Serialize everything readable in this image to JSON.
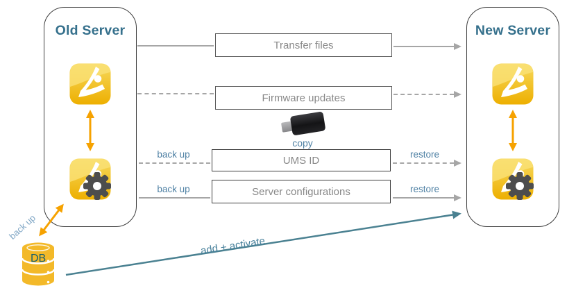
{
  "old_server": {
    "title": "Old Server"
  },
  "new_server": {
    "title": "New Server"
  },
  "steps": [
    {
      "label": "Transfer files",
      "line_style": "solid",
      "left_label": "",
      "right_label": ""
    },
    {
      "label": "Firmware updates",
      "line_style": "dashed",
      "left_label": "",
      "right_label": ""
    },
    {
      "label": "UMS ID",
      "line_style": "dashed",
      "left_label": "back up",
      "right_label": "restore"
    },
    {
      "label": "Server configurations",
      "line_style": "solid",
      "left_label": "back up",
      "right_label": "restore"
    }
  ],
  "usb": {
    "caption": "copy",
    "icon": "usb-stick-icon"
  },
  "db": {
    "label": "DB",
    "backup_label": "back up",
    "icon": "database-icon"
  },
  "bottom_arrow": {
    "label": "add + activate"
  },
  "icons": {
    "app": "igel-app-icon",
    "app_gear": "igel-config-gear-icon",
    "sync": "orange-double-arrow-icon",
    "usb": "usb-stick-icon",
    "db": "database-icon"
  },
  "colors": {
    "heading_teal": "#35708C",
    "label_blue": "#4F81A4",
    "backup_rotated_blue": "#7FA6C5",
    "line_gray": "#A6A6A6",
    "box_border": "#5A5A5A",
    "box_border_dark": "#3A3A3A",
    "box_text": "#888888",
    "orange": "#F6A200",
    "icon_gold": "#EFB200",
    "db_gold": "#F3B929",
    "db_text": "#155E6E",
    "arrow_teal": "#4A8191",
    "gear_gray": "#4D4D4D"
  }
}
